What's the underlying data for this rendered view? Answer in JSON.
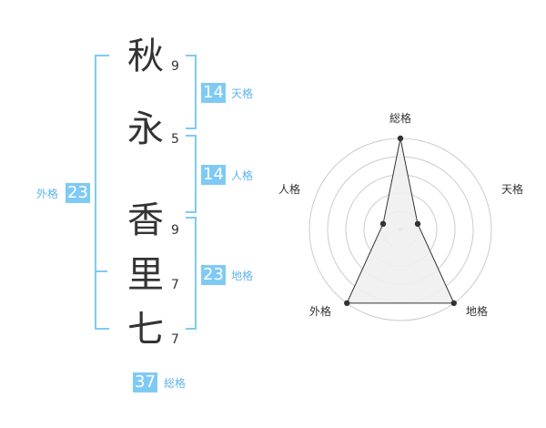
{
  "name": {
    "chars": [
      {
        "kanji": "秋",
        "strokes": "9"
      },
      {
        "kanji": "永",
        "strokes": "5"
      },
      {
        "kanji": "香",
        "strokes": "9"
      },
      {
        "kanji": "里",
        "strokes": "7"
      },
      {
        "kanji": "七",
        "strokes": "7"
      }
    ]
  },
  "kakusu": {
    "tenkaku": {
      "value": "14",
      "label": "天格"
    },
    "jinkaku": {
      "value": "14",
      "label": "人格"
    },
    "chikaku": {
      "value": "23",
      "label": "地格"
    },
    "gaikaku": {
      "value": "23",
      "label": "外格"
    },
    "soukaku": {
      "value": "37",
      "label": "総格"
    }
  },
  "radar": {
    "axes": [
      "総格",
      "天格",
      "地格",
      "外格",
      "人格"
    ],
    "levels": 5,
    "values": [
      5,
      1,
      5,
      5,
      1
    ],
    "fill_color": "#f0f0f0",
    "line_color": "#333333",
    "grid_color": "#cccccc"
  },
  "colors": {
    "accent": "#7fcaf5",
    "label": "#5fb4e8"
  }
}
